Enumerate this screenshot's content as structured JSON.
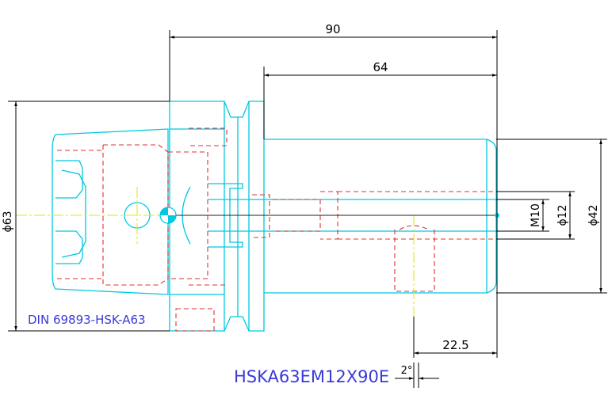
{
  "drawing": {
    "title": "HSKA63EM12X90E",
    "standard_label": "DIN 69893-HSK-A63",
    "colors": {
      "body_outline": "#00c8e0",
      "hidden_lines": "#e03030",
      "center_lines": "#e6e600",
      "dimensions": "#000000",
      "labels": "#3a3ad8",
      "center_marker": "#00c8e0"
    },
    "dimensions": {
      "overall_length": "90",
      "body_length": "64",
      "shank_diameter": "ϕ63",
      "body_diameter": "ϕ42",
      "bore_diameter": "ϕ12",
      "thread": "M10",
      "offset": "22.5",
      "angle": "2°"
    }
  }
}
